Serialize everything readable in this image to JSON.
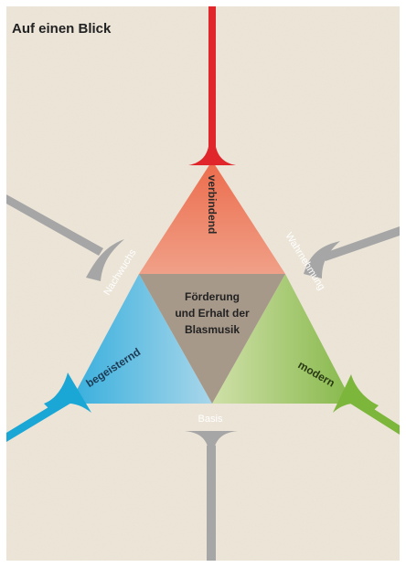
{
  "heading": "Auf einen Blick",
  "center_text": [
    "Förderung",
    "und Erhalt der",
    "Blasmusik"
  ],
  "segments": {
    "top": "verbindend",
    "left": "begeisternd",
    "right": "modern"
  },
  "edges": {
    "left": "Nachwuchs",
    "right": "Wahrnehmung",
    "bottom": "Basis"
  },
  "colors": {
    "paper": "#ede6d9",
    "red": "#e0252b",
    "blue": "#1aa7d6",
    "green": "#7cb63a",
    "gray": "#a6a6a6",
    "text": "#222222"
  }
}
